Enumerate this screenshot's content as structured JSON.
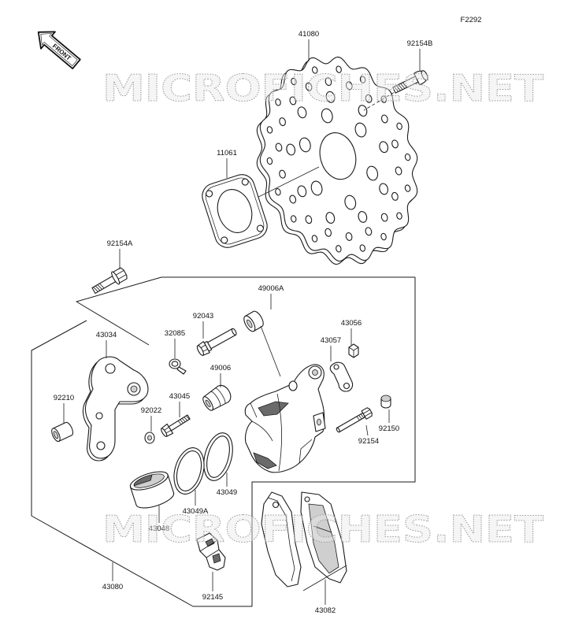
{
  "figure_id": "F2292",
  "front_arrow_label": "FRONT",
  "watermark_text": "MICROFICHES.NET",
  "callouts": [
    "41080",
    "92154B",
    "11061",
    "92154A",
    "49006A",
    "92043",
    "32085",
    "43034",
    "43056",
    "43057",
    "49006",
    "92210",
    "43045",
    "92022",
    "92150",
    "92154",
    "43049",
    "43049A",
    "43048",
    "92145",
    "43080",
    "43082"
  ]
}
